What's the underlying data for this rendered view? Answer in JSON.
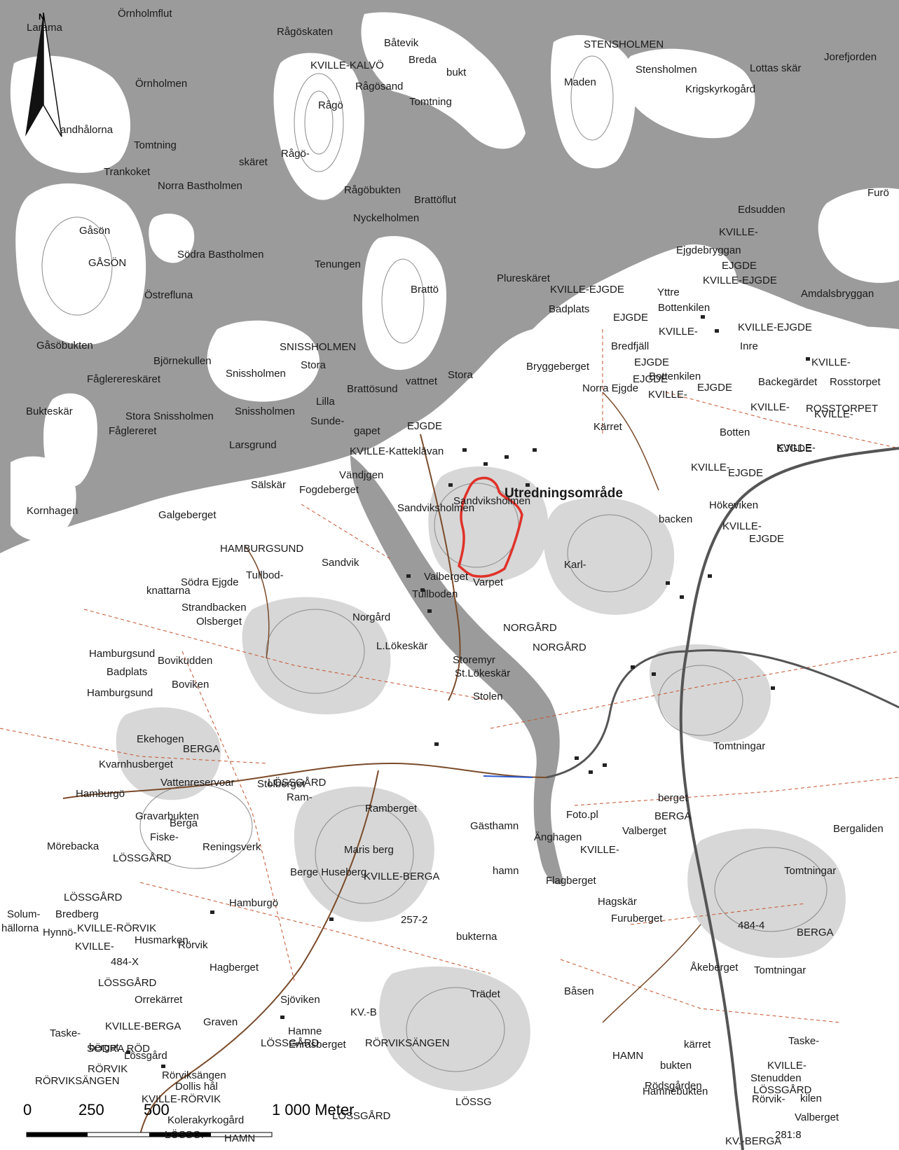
{
  "north_label": "N",
  "area_label": "Utredningsområde",
  "scale": {
    "ticks": [
      "0",
      "250",
      "500",
      "1 000 Meter"
    ]
  },
  "colors": {
    "water": "#9b9b9b",
    "land": "#ffffff",
    "forest": "#d7d7d7",
    "roads": "#7a4b2a",
    "boundary": "#e0322a"
  },
  "place_names": [
    "Örnholmflut",
    "Larama",
    "Rågöskaten",
    "Båtevik",
    "STENSHOLMEN",
    "KVILLE-KALVÖ",
    "Breda",
    "bukt",
    "Maden",
    "Stensholmen",
    "Lottas skär",
    "Jorefjorden",
    "Örnholmen",
    "Rågösand",
    "Tomtning",
    "Krigskyrkogård",
    "Rågö",
    "andhålorna",
    "Tomtning",
    "Rågö-",
    "skäret",
    "Trankoket",
    "Norra Bastholmen",
    "Rågöbukten",
    "Brattöflut",
    "Edsudden",
    "Furö",
    "Nyckelholmen",
    "Gåsön",
    "KVILLE-",
    "GÅSÖN",
    "Södra Bastholmen",
    "Tenungen",
    "Ejgdebryggan",
    "EJGDE",
    "KVILLE-EJGDE",
    "Plureskäret",
    "KVILLE-EJGDE",
    "Yttre",
    "Östrefluna",
    "Brattö",
    "Amdalsbryggan",
    "Bottenkilen",
    "Badplats",
    "EJGDE",
    "KVILLE-",
    "KVILLE-EJGDE",
    "Gåsöbukten",
    "SNISSHOLMEN",
    "Bredfjäll",
    "Inre",
    "EJGDE",
    "Björnekullen",
    "Stora",
    "Bottenkilen",
    "KVILLE-",
    "Fåglerereskäret",
    "Snissholmen",
    "Brattösund",
    "vattnet",
    "Stora",
    "Bryggeberget",
    "EJGDE",
    "KVILLE-",
    "Norra Ejgde",
    "EJGDE",
    "Backegärdet",
    "Rosstorpet",
    "Bukteskär",
    "Stora Snissholmen",
    "Snissholmen",
    "Lilla",
    "KVILLE-",
    "ROSSTORPET",
    "Fåglereret",
    "Sunde-",
    "gapet",
    "EJGDE",
    "Kärret",
    "KVILLE-",
    "EJGDE",
    "Larsgrund",
    "Botten",
    "KVILLE-",
    "KVILLE-Katteklävan",
    "KVILLE-",
    "EJGDE",
    "Vändjgen",
    "Sälskär",
    "Fogdeberget",
    "Sandviksholmen",
    "Hökeviken",
    "Kornhagen",
    "Galgeberget",
    "Sandviksholmen",
    "backen",
    "KVILLE-",
    "EJGDE",
    "HAMBURGSUND",
    "Sandvik",
    "Södra Ejgde",
    "Tullbod-",
    "Karl-",
    "knattarna",
    "Valberget",
    "Varpet",
    "Tullboden",
    "Strandbacken",
    "Olsberget",
    "Norgård",
    "NORGÅRD",
    "NORGÅRD",
    "Hamburgsund",
    "L.Lökeskär",
    "Bovikudden",
    "Storemyr",
    "Badplats",
    "St.Lökeskär",
    "Boviken",
    "Hamburgsund",
    "Stolen",
    "Tomtningar",
    "Ekehogen",
    "BERGA",
    "Kvarnhusberget",
    "Vattenreservoar",
    "Stolberget",
    "LÖSSGÅRD",
    "Hamburgö",
    "Ram-",
    "berget",
    "Gravarbukten",
    "Ramberget",
    "Foto.pl",
    "BERGA",
    "Berga",
    "Gästhamn",
    "Änghagen",
    "Valberget",
    "Bergaliden",
    "Fiske-",
    "Reningsverk",
    "Mörebacka",
    "KVILLE-",
    "LÖSSGÅRD",
    "Maris berg",
    "hamn",
    "Tomtningar",
    "Berge Huseberg",
    "KVILLE-BERGA",
    "Flagberget",
    "LÖSSGÅRD",
    "Hamburgö",
    "Hagskär",
    "Solum-",
    "Bredberg",
    "Furuberget",
    "hällorna",
    "Hynnö-",
    "KVILLE-RÖRVIK",
    "257-2",
    "484-4",
    "KVILLE-",
    "Husmarken",
    "Rörvik",
    "bukterna",
    "BERGA",
    "484-X",
    "Hagberget",
    "Åkeberget",
    "Tomtningar",
    "LÖSSGÅRD",
    "Orrekärret",
    "Trädet",
    "Båsen",
    "Sjöviken",
    "KVILLE-BERGA",
    "Graven",
    "KV.-B",
    "Taske-",
    "Hamne",
    "LÖSSGÅRD",
    "berget",
    "Enrasberget",
    "kärret",
    "Taske-",
    "SÖDRA RÖD",
    "Lössgård",
    "RÖRVIKSÄNGEN",
    "HAMN",
    "bukten",
    "KVILLE-",
    "RÖRVIK",
    "Rörviksängen",
    "Stenudden",
    "LÖSSGÅRD",
    "Rödsgården",
    "Rörvik-",
    "RÖRVIKSÄNGEN",
    "Dollis hål",
    "Hamnebukten",
    "kilen",
    "KVILLE-RÖRVIK",
    "LÖSSG",
    "LÖSSGÅRD",
    "Valberget",
    "Kolerakyrkogård",
    "LÖSSG.",
    "KV.-BERGA",
    "281:8",
    "HAMN"
  ]
}
